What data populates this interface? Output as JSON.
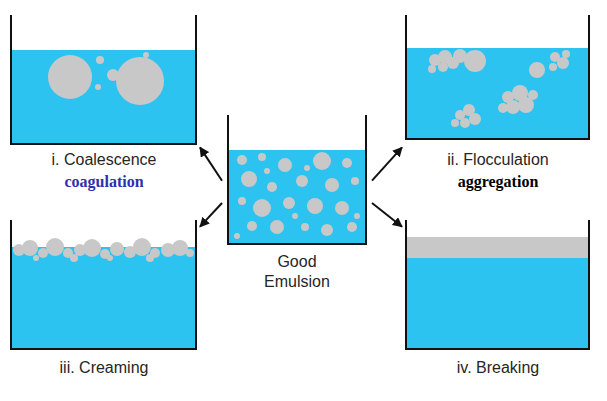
{
  "diagram": {
    "nodes": [
      {
        "text": [
          "i. Coalescence",
          "coagulation"
        ]
      },
      {
        "text": [
          "ii. Flocculation",
          "aggregation"
        ]
      },
      {
        "text": [
          "Good Emulsion"
        ]
      },
      {
        "text": [
          "iii. Creaming"
        ]
      },
      {
        "text": [
          "iv. Breaking"
        ]
      }
    ],
    "edges": [
      {
        "from": 2,
        "to": 0,
        "arrow": "to"
      },
      {
        "from": 2,
        "to": 1,
        "arrow": "to"
      },
      {
        "from": 2,
        "to": 3,
        "arrow": "to"
      },
      {
        "from": 2,
        "to": 4,
        "arrow": "to"
      }
    ]
  }
}
